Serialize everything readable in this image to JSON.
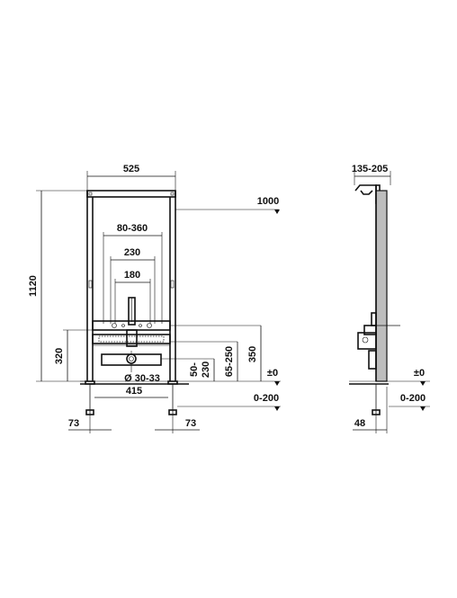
{
  "front_view": {
    "width_top": "525",
    "height_total": "1120",
    "width_80_360": "80-360",
    "width_230": "230",
    "width_180": "180",
    "height_320": "320",
    "diameter": "Ø 30-33",
    "width_415": "415",
    "range_50_230": "50-\n230",
    "range_65_250": "65-250",
    "height_350": "350",
    "offset_left": "73",
    "offset_right": "73",
    "level_1000": "1000",
    "level_zero": "±0",
    "level_0_200": "0-200"
  },
  "side_view": {
    "depth_range": "135-205",
    "level_zero": "±0",
    "level_0_200": "0-200",
    "offset_48": "48"
  }
}
